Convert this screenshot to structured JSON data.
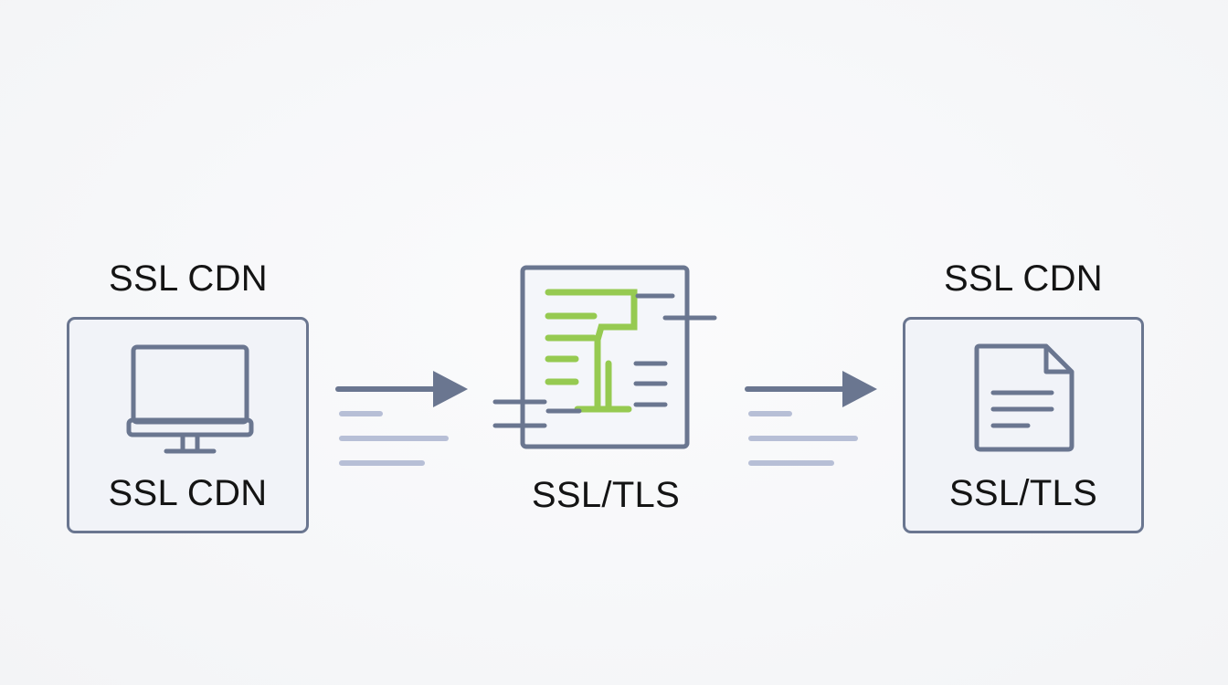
{
  "diagram": {
    "nodes": [
      {
        "top_label": "SSL CDN",
        "inner_label": "SSL CDN",
        "icon": "monitor-icon"
      },
      {
        "top_label": "",
        "inner_label": "SSL/TLS",
        "icon": "certificate-document-icon"
      },
      {
        "top_label": "SSL CDN",
        "inner_label": "SSL/TLS",
        "icon": "file-icon"
      }
    ],
    "connectors": [
      {
        "from": 0,
        "to": 1,
        "icon": "arrow-right-icon"
      },
      {
        "from": 1,
        "to": 2,
        "icon": "arrow-right-icon"
      }
    ],
    "colors": {
      "stroke": "#6a7690",
      "light_stroke": "#b7bfd6",
      "accent_green": "#8cc63f",
      "box_fill": "#f1f3f8",
      "background": "#f7f8fa",
      "text": "#141414"
    }
  }
}
